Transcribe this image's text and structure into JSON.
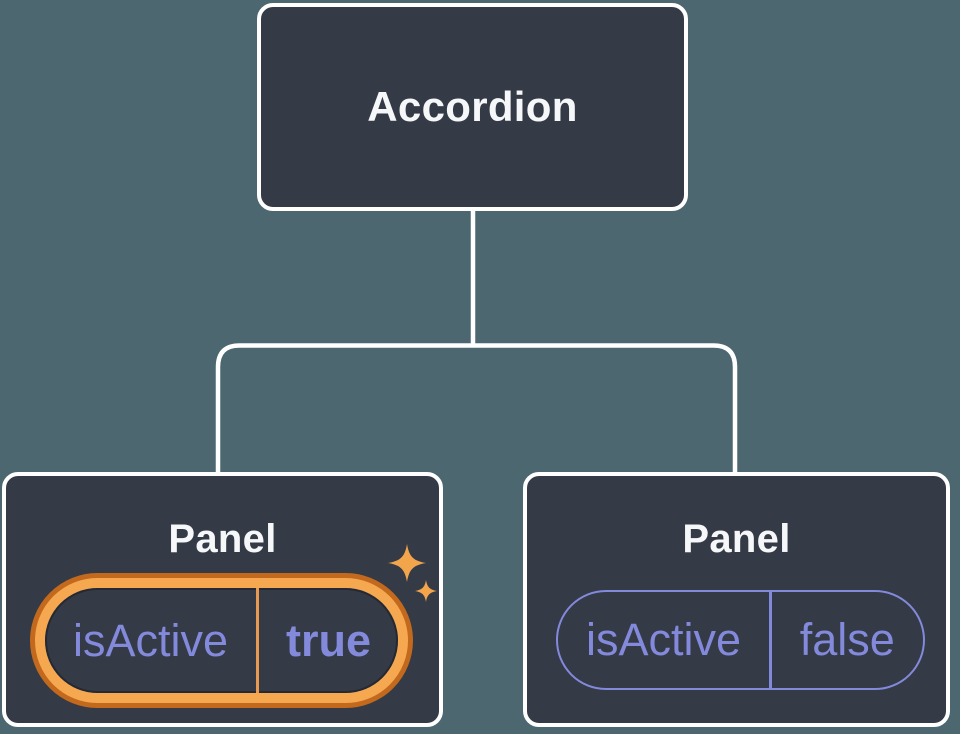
{
  "tree": {
    "root": {
      "label": "Accordion"
    },
    "children": [
      {
        "title": "Panel",
        "prop": {
          "name": "isActive",
          "value": "true"
        },
        "highlighted": true
      },
      {
        "title": "Panel",
        "prop": {
          "name": "isActive",
          "value": "false"
        },
        "highlighted": false
      }
    ]
  },
  "colors": {
    "background": "#4C6770",
    "node_fill": "#343A46",
    "node_border": "#FFFFFF",
    "title_text": "#F6F7F9",
    "prop_text": "#8389DB",
    "pill_outline": "#8389DB",
    "highlight_ring": "#F6A851",
    "highlight_ring_outer": "#C2691D",
    "highlight_divider": "#E89A50",
    "sparkle": "#F3A54C"
  }
}
